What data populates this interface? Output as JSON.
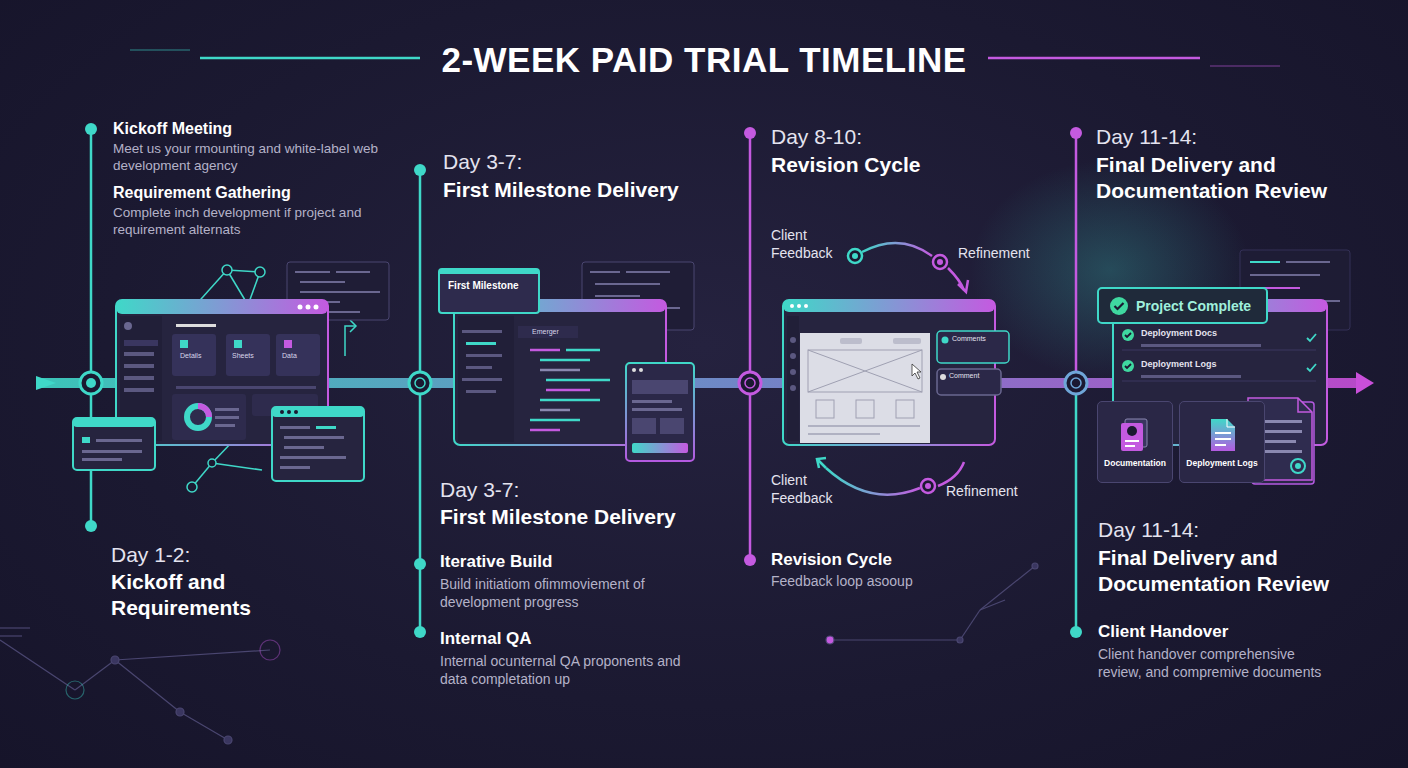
{
  "diagram": {
    "title": "2-WEEK PAID TRIAL TIMELINE",
    "nodes": [
      {
        "text": [
          "First Milestone"
        ]
      },
      {
        "text": [
          "Project Complete"
        ]
      },
      {
        "text": [
          "Documentation"
        ]
      },
      {
        "text": [
          "Deployment Logs"
        ]
      }
    ],
    "labels": [
      "Kickoff Meeting",
      "Meet us your rmounting and white-label web development agency",
      "Requirement Gathering",
      "Complete inch development if project and requirement alternats",
      "Day 1-2:",
      "Kickoff and Requirements",
      "Day 3-7:",
      "First Milestone Delivery",
      "Day 3-7:",
      "First Milestone Delivery",
      "Iterative Build",
      "Build initiatiom ofimmoviement of development progress",
      "Internal QA",
      "Internal ocunternal QA proponents and data completation up",
      "Day 8-10:",
      "Revision Cycle",
      "Client Feedback",
      "Refinement",
      "Client Feedback",
      "Refinement",
      "Revision Cycle",
      "Feedback loop asooup",
      "Day 11-14:",
      "Final Delivery and Documentation Review",
      "Day 11-14:",
      "Final Delivery and Documentation Review",
      "Client Handover",
      "Client handover comprehensive review, and compremive documents",
      "Details",
      "Sheets",
      "Data",
      "Emerger",
      "Comments",
      "Comment",
      "Deployment Docs",
      "Deployment Logs"
    ]
  }
}
